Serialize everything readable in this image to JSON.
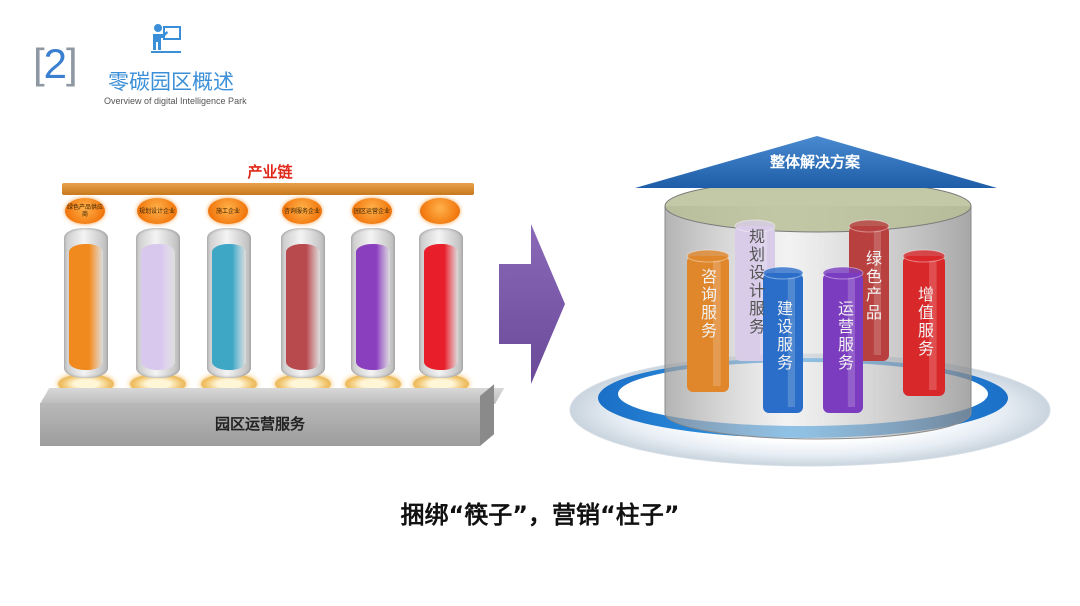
{
  "header": {
    "section_number": "2",
    "title": "零碳园区概述",
    "subtitle": "Overview of digital Intelligence Park",
    "logo_icon": "presenter-icon"
  },
  "left_diagram": {
    "chain_label": "产业链",
    "base_label": "园区运营服务",
    "pillars": [
      {
        "cap": "绿色产品供应商",
        "color": "#f08a1e"
      },
      {
        "cap": "规划设计企业",
        "color": "#d9c8ee"
      },
      {
        "cap": "施工企业",
        "color": "#3fa7c6"
      },
      {
        "cap": "咨询服务企业",
        "color": "#b84a4e"
      },
      {
        "cap": "园区运营企业",
        "color": "#8a3fbf"
      },
      {
        "cap": "",
        "color": "#e81f2a"
      }
    ]
  },
  "arrow": {
    "icon": "right-arrow-icon",
    "color": "#7b5aa6"
  },
  "right_diagram": {
    "roof_label": "整体解决方案",
    "columns": [
      {
        "label": "咨询服务",
        "color": "#e0872c"
      },
      {
        "label": "规划设计服务",
        "color": "#d8cce8"
      },
      {
        "label": "建设服务",
        "color": "#2a6ec9"
      },
      {
        "label": "运营服务",
        "color": "#7b3cc0"
      },
      {
        "label": "绿色产品",
        "color": "#b8403e"
      },
      {
        "label": "增值服务",
        "color": "#d9282a"
      }
    ]
  },
  "caption": "捆绑“筷子”，营销“柱子”"
}
